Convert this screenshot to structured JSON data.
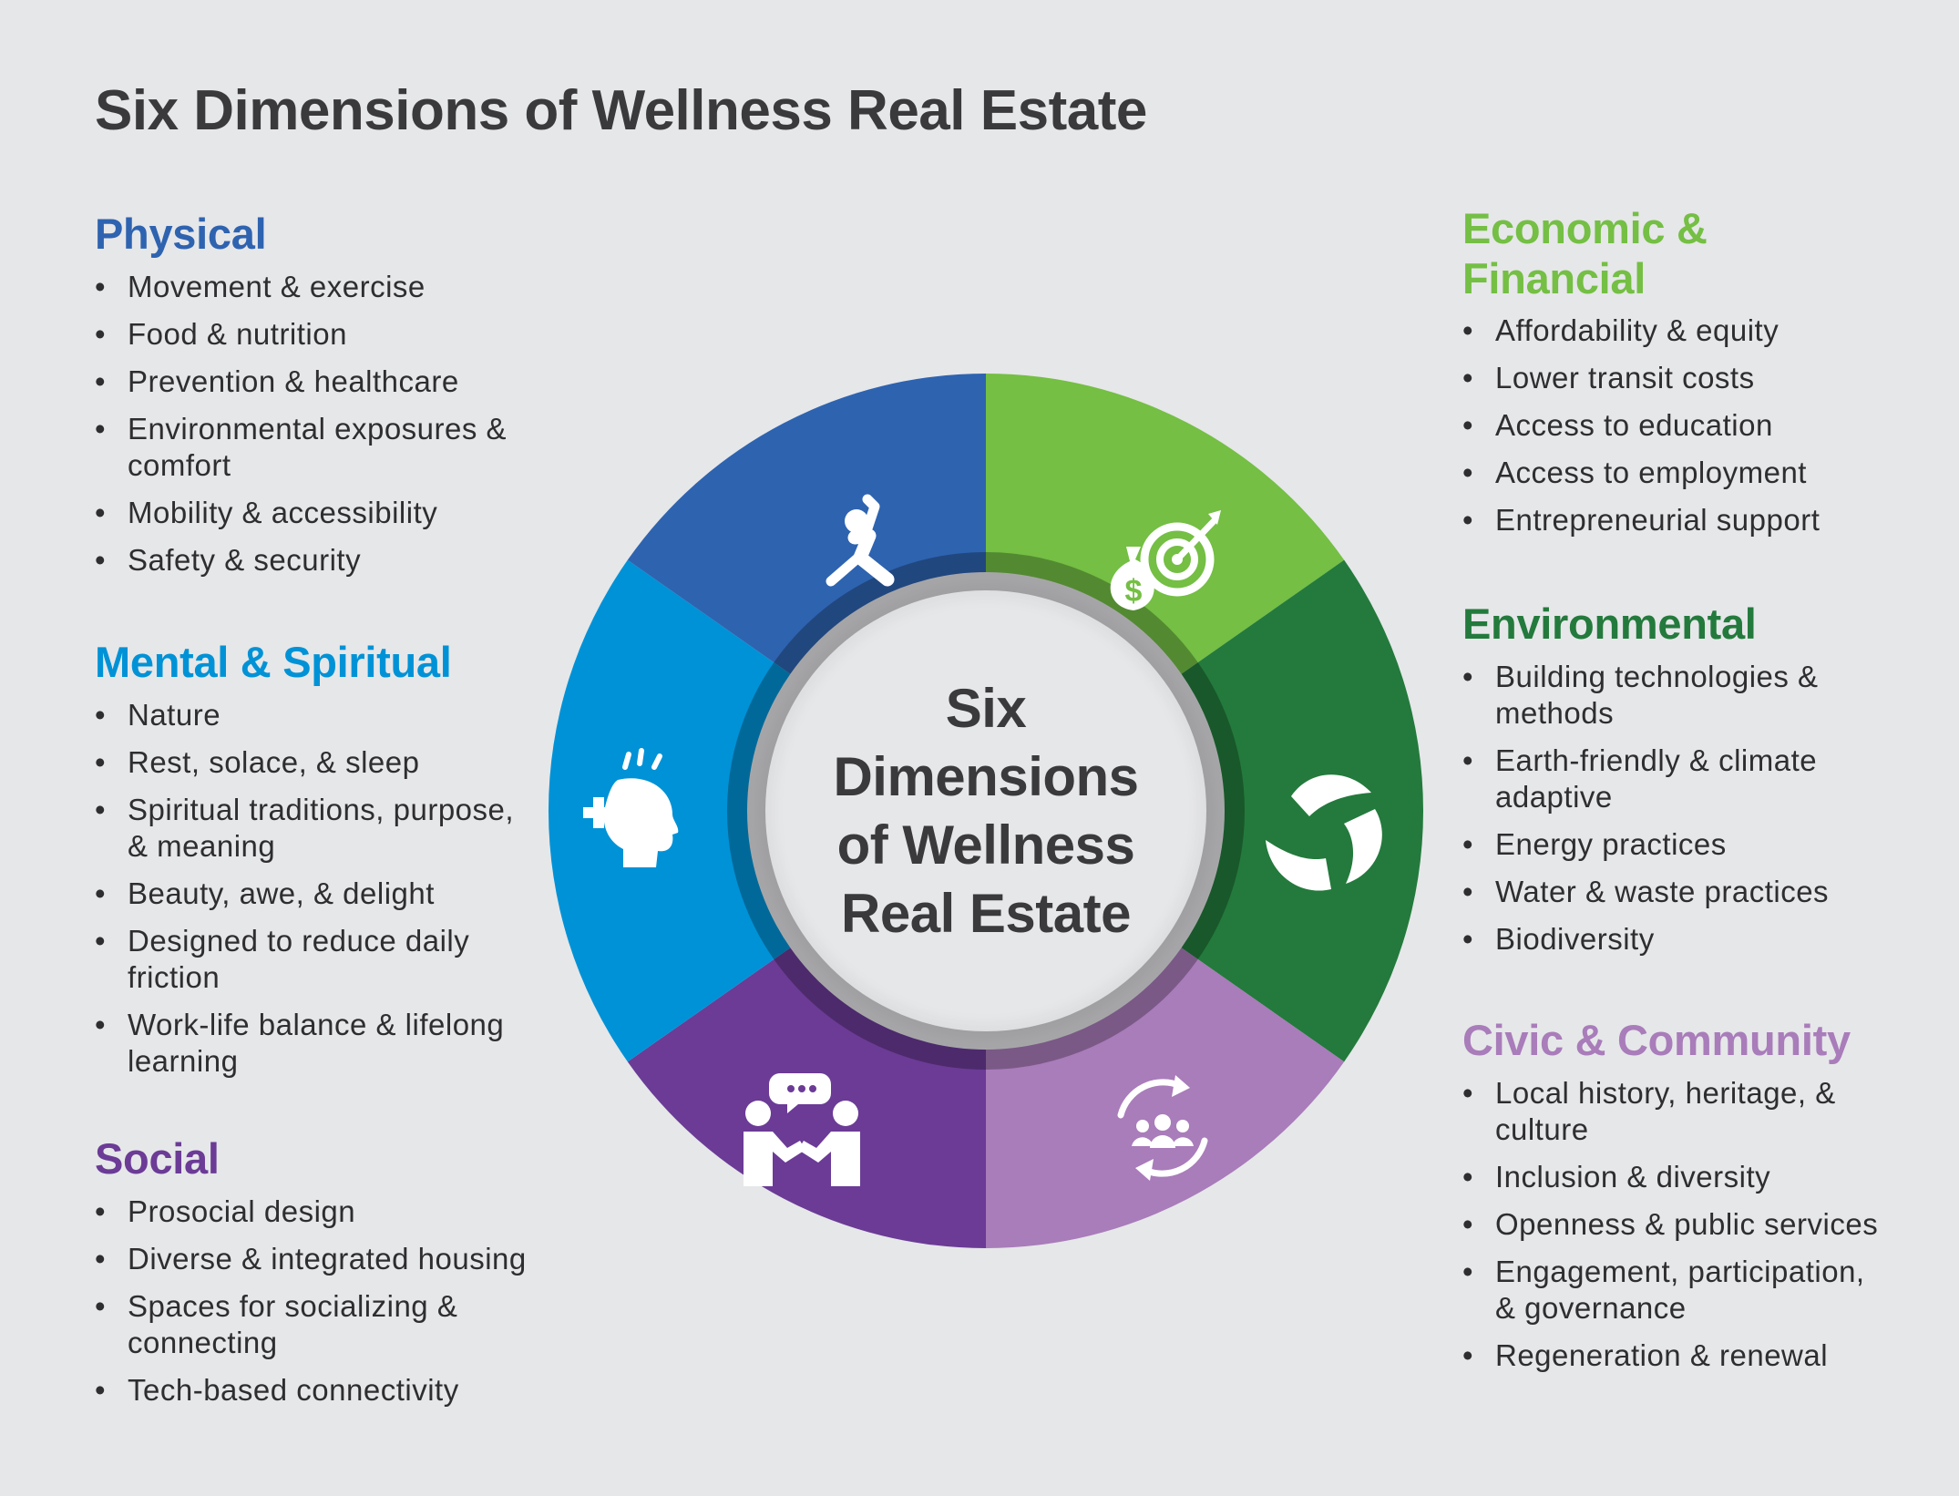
{
  "title": "Six Dimensions of Wellness Real Estate",
  "center_label": [
    "Six",
    "Dimensions",
    "of Wellness",
    "Real Estate"
  ],
  "dimensions": {
    "physical": {
      "heading": "Physical",
      "color": "#2e63b0",
      "icon": "yoga-pose-icon",
      "items": [
        "Movement & exercise",
        "Food & nutrition",
        "Prevention & healthcare",
        "Environmental exposures & comfort",
        "Mobility & accessibility",
        "Safety & security"
      ]
    },
    "mental": {
      "heading": "Mental & Spiritual",
      "color": "#0092d6",
      "icon": "head-health-icon",
      "items": [
        "Nature",
        "Rest, solace, & sleep",
        "Spiritual traditions, purpose, & meaning",
        "Beauty, awe, & delight",
        "Designed to reduce daily friction",
        "Work-life balance & lifelong learning"
      ]
    },
    "social": {
      "heading": "Social",
      "color": "#6b3b96",
      "icon": "people-conversation-icon",
      "items": [
        "Prosocial design",
        "Diverse & integrated housing",
        "Spaces for socializing & connecting",
        "Tech-based connectivity"
      ]
    },
    "economic": {
      "heading": "Economic & Financial",
      "color": "#74bf44",
      "icon": "money-target-icon",
      "items": [
        "Affordability & equity",
        "Lower transit costs",
        "Access to education",
        "Access to employment",
        "Entrepreneurial support"
      ]
    },
    "environmental": {
      "heading": "Environmental",
      "color": "#237a3c",
      "icon": "leaf-cycle-icon",
      "items": [
        "Building technologies & methods",
        "Earth-friendly & climate adaptive",
        "Energy practices",
        "Water & waste practices",
        "Biodiversity"
      ]
    },
    "civic": {
      "heading": "Civic & Community",
      "color": "#a97cba",
      "icon": "community-cycle-icon",
      "items": [
        "Local history, heritage, & culture",
        "Inclusion & diversity",
        "Openness & public services",
        "Engagement, participation, & governance",
        "Regeneration & renewal"
      ]
    }
  }
}
